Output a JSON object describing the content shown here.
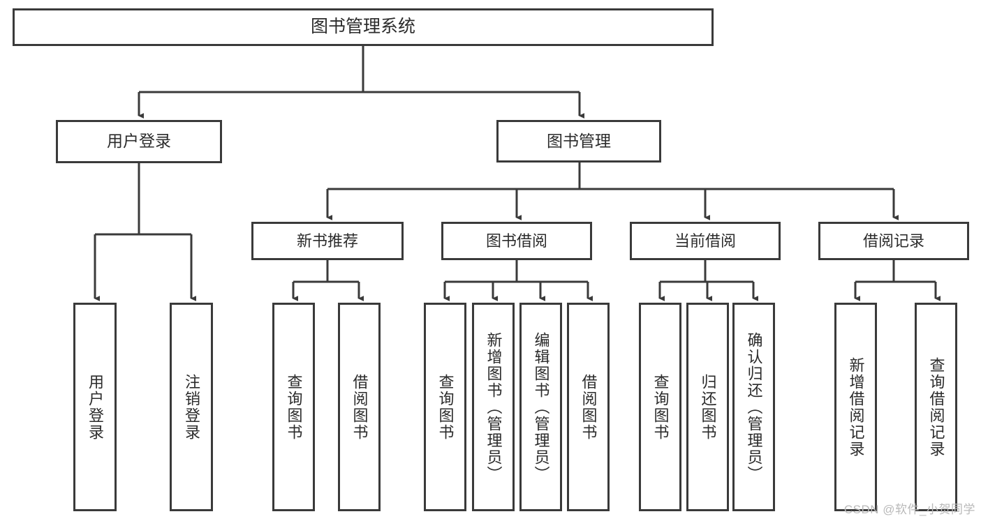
{
  "diagram": {
    "title": "图书管理系统",
    "type": "tree-hierarchy",
    "watermark": "CSDN @软件_小贺同学",
    "colors": {
      "stroke": "#3a3a3a",
      "text": "#2b2b2b",
      "background": "#ffffff",
      "watermark": "#b9b9b9"
    },
    "root": {
      "label": "图书管理系统"
    },
    "level2": [
      {
        "label": "用户登录"
      },
      {
        "label": "图书管理"
      }
    ],
    "level3": [
      {
        "label": "新书推荐"
      },
      {
        "label": "图书借阅"
      },
      {
        "label": "当前借阅"
      },
      {
        "label": "借阅记录"
      }
    ],
    "leaves": {
      "user_login": [
        {
          "label": "用户登录"
        },
        {
          "label": "注销登录"
        }
      ],
      "new_book_recommend": [
        {
          "label": "查询图书"
        },
        {
          "label": "借阅图书"
        }
      ],
      "book_borrow": [
        {
          "label": "查询图书"
        },
        {
          "label": "新增图书（管理员）"
        },
        {
          "label": "编辑图书（管理员）"
        },
        {
          "label": "借阅图书"
        }
      ],
      "current_borrow": [
        {
          "label": "查询图书"
        },
        {
          "label": "归还图书"
        },
        {
          "label": "确认归还（管理员）"
        }
      ],
      "borrow_record": [
        {
          "label": "新增借阅记录"
        },
        {
          "label": "查询借阅记录"
        }
      ]
    }
  }
}
